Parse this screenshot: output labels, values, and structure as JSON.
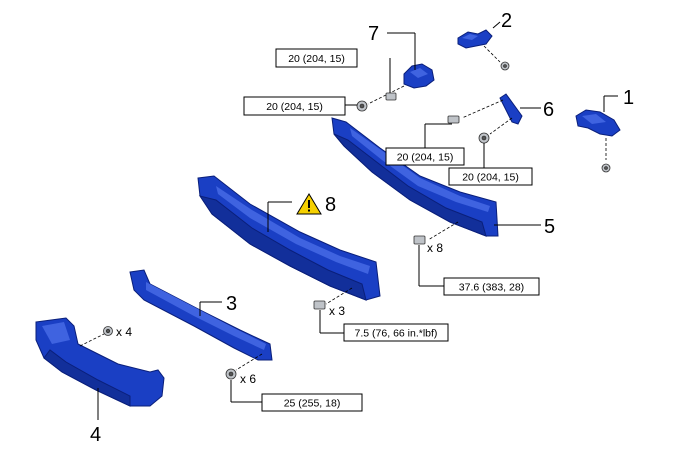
{
  "callouts": {
    "c1": "1",
    "c2": "2",
    "c3": "3",
    "c4": "4",
    "c5": "5",
    "c6": "6",
    "c7": "7",
    "c8": "8"
  },
  "torques": {
    "t7_upper": "20 (204, 15)",
    "t7_lower": "20 (204, 15)",
    "t6_left": "20 (204, 15)",
    "t6_right": "20 (204, 15)",
    "t5": "37.6 (383, 28)",
    "t8": "7.5 (76, 66 in.*lbf)",
    "t3": "25 (255, 18)"
  },
  "quantities": {
    "q5": "x 8",
    "q8": "x 3",
    "q4": "x 4",
    "q3": "x 6"
  },
  "colors": {
    "part_blue": "#1a3fc4",
    "warning_yellow": "#f5d000"
  },
  "icons": {
    "warning": "warning-triangle-icon"
  }
}
